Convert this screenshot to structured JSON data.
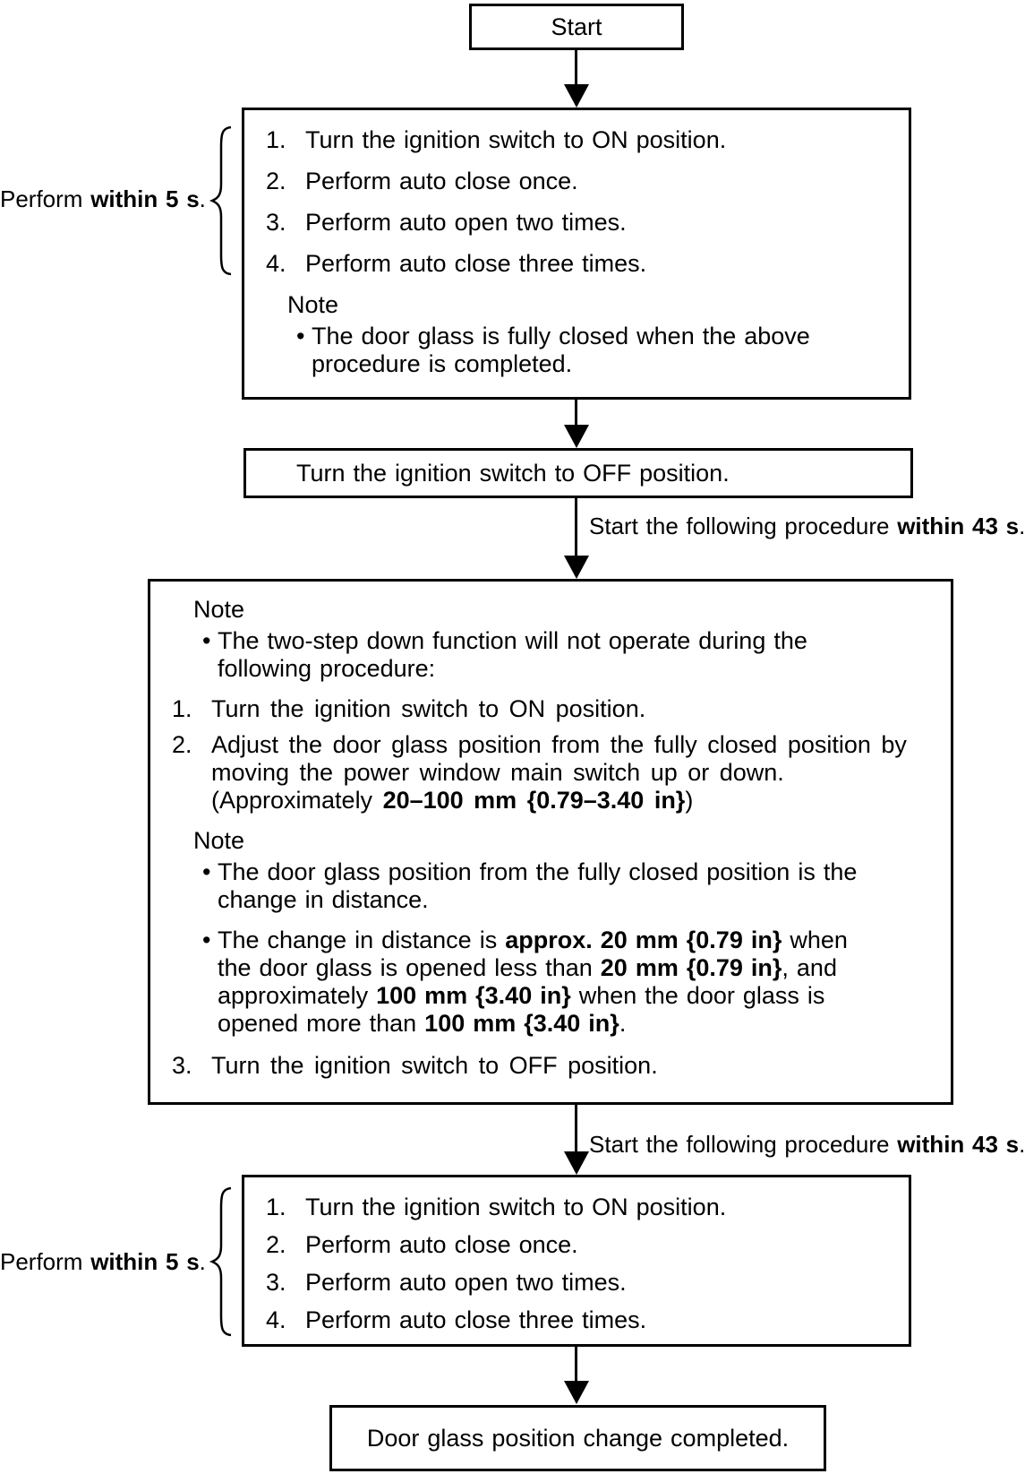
{
  "colors": {
    "ink": "#000000",
    "paper": "#ffffff"
  },
  "flowchart": {
    "start_label": "Start",
    "side_label": "Perform **within 5 s**.",
    "arrow_label_43s": "Start the following procedure **within 43 s**.",
    "box_top": {
      "steps": [
        {
          "n": "1.",
          "lines": [
            "Turn the ignition switch to ON position."
          ]
        },
        {
          "n": "2.",
          "lines": [
            "Perform auto close once."
          ]
        },
        {
          "n": "3.",
          "lines": [
            "Perform auto open two times."
          ]
        },
        {
          "n": "4.",
          "lines": [
            "Perform auto close three times."
          ]
        }
      ],
      "note": {
        "title": "Note",
        "bullets": [
          {
            "lines": [
              "The door glass is fully closed when the above",
              "procedure is completed."
            ]
          }
        ]
      }
    },
    "box_ignition_off": {
      "text": "Turn the ignition switch to OFF position."
    },
    "box_main": {
      "note1": {
        "title": "Note",
        "bullets": [
          {
            "lines": [
              "The two-step down function will not operate during the",
              "following procedure:"
            ]
          }
        ]
      },
      "steps_a": [
        {
          "n": "1.",
          "lines": [
            "Turn the ignition switch to ON position."
          ]
        },
        {
          "n": "2.",
          "lines": [
            "Adjust the door glass position from the fully closed position by",
            "moving the power window main switch up or down.",
            "(Approximately **20–100 mm {0.79–3.40 in}**)"
          ]
        }
      ],
      "note2": {
        "title": "Note",
        "bullets": [
          {
            "lines": [
              "The door glass position from the fully closed position is the",
              "change in distance."
            ]
          },
          {
            "lines": [
              "The change in distance is **approx. 20 mm {0.79 in}** when",
              "the door glass is opened less than **20 mm {0.79 in}**, and",
              "approximately **100 mm {3.40 in}** when the door glass is",
              "opened more than **100 mm {3.40 in}**."
            ]
          }
        ]
      },
      "steps_b": [
        {
          "n": "3.",
          "lines": [
            "Turn the ignition switch to OFF position."
          ]
        }
      ]
    },
    "box_bottom": {
      "steps": [
        {
          "n": "1.",
          "lines": [
            "Turn the ignition switch to ON position."
          ]
        },
        {
          "n": "2.",
          "lines": [
            "Perform auto close once."
          ]
        },
        {
          "n": "3.",
          "lines": [
            "Perform auto open two times."
          ]
        },
        {
          "n": "4.",
          "lines": [
            "Perform auto close three times."
          ]
        }
      ]
    },
    "box_end": {
      "text": "Door glass position change completed."
    }
  }
}
